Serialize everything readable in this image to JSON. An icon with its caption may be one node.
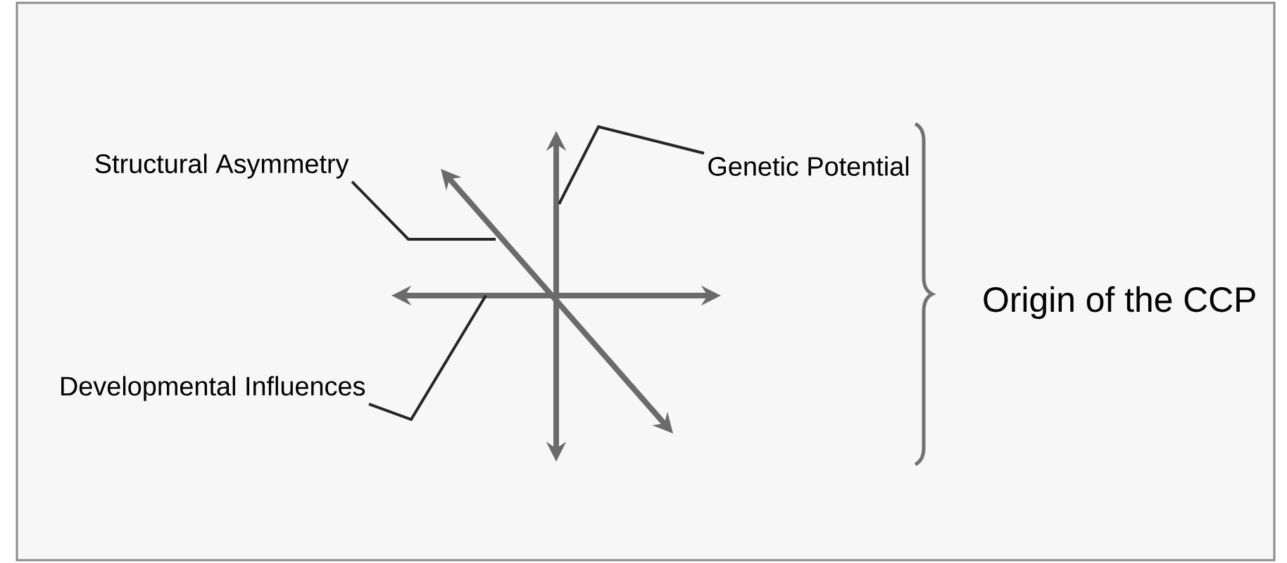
{
  "diagram": {
    "nodes": [
      {
        "text": [
          "Structural Asymmetry"
        ]
      },
      {
        "text": [
          "Genetic Potential"
        ]
      },
      {
        "text": [
          "Developmental Influences"
        ]
      }
    ],
    "edges": [
      {
        "from": 0,
        "to": null,
        "arrow": "none"
      },
      {
        "from": 1,
        "to": null,
        "arrow": "none"
      },
      {
        "from": 2,
        "to": null,
        "arrow": "none"
      }
    ],
    "labels": [
      "Origin of the CCP"
    ]
  }
}
